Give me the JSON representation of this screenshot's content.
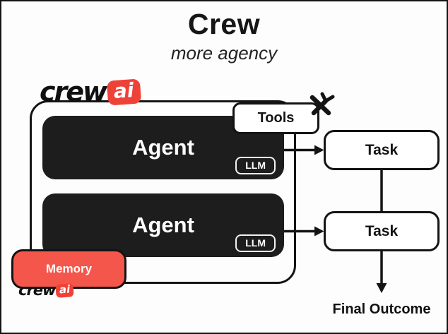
{
  "colors": {
    "accent_red": "#f4564b",
    "logo_red": "#ee4238",
    "dark": "#1d1d1d",
    "line": "#141414",
    "background": "#fdfdfd"
  },
  "header": {
    "title": "Crew",
    "subtitle": "more agency"
  },
  "logo": {
    "word": "crew",
    "badge": "ai"
  },
  "diagram": {
    "tools": {
      "label": "Tools"
    },
    "agents": [
      {
        "label": "Agent",
        "llm_badge": "LLM"
      },
      {
        "label": "Agent",
        "llm_badge": "LLM"
      }
    ],
    "memory": {
      "label": "Memory"
    },
    "tasks": [
      {
        "label": "Task"
      },
      {
        "label": "Task"
      }
    ],
    "final_outcome_label": "Final Outcome",
    "icons": {
      "tools_icon": "crossed-wrench-screwdriver-icon"
    }
  }
}
